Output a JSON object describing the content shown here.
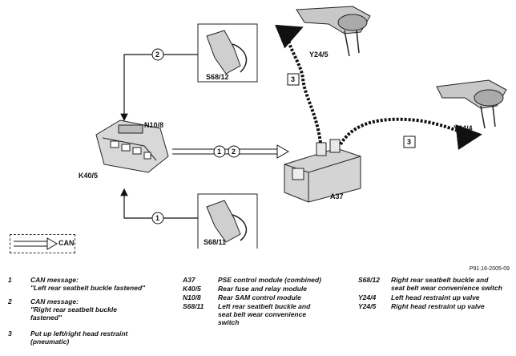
{
  "diagram": {
    "components": {
      "y24_5": "Y24/5",
      "y24_4": "Y24/4",
      "n10_8": "N10/8",
      "k40_5": "K40/5",
      "a37": "A37",
      "s68_12": "S68/12",
      "s68_11": "S68/11"
    },
    "markers": {
      "circle_1": "1",
      "circle_2": "2",
      "square_3": "3"
    },
    "can_label": "CAN",
    "reference": "P91.16-2005-09"
  },
  "legend": {
    "col1": [
      {
        "code": "1",
        "text": "CAN message:",
        "text2": "\"Left rear seatbelt buckle fastened\""
      },
      {
        "code": "2",
        "text": "CAN message:",
        "text2": "\"Right rear seatbelt buckle",
        "text3": "fastened\""
      },
      {
        "code": "3",
        "text": "Put up left/right head restraint",
        "text2": "(pneumatic)"
      }
    ],
    "col2": [
      {
        "code": "A37",
        "text": "PSE control module (combined)"
      },
      {
        "code": "K40/5",
        "text": "Rear fuse and relay module"
      },
      {
        "code": "N10/8",
        "text": "Rear SAM control module"
      },
      {
        "code": "S68/11",
        "text": "Left rear seatbelt buckle and",
        "text2": "seat belt wear convenience",
        "text3": "switch"
      }
    ],
    "col3": [
      {
        "code": "S68/12",
        "text": "Right rear seatbelt buckle and",
        "text2": "seat belt wear convenience switch"
      },
      {
        "code": "Y24/4",
        "text": "Left head restraint up valve"
      },
      {
        "code": "Y24/5",
        "text": "Right head restraint up valve"
      }
    ]
  }
}
